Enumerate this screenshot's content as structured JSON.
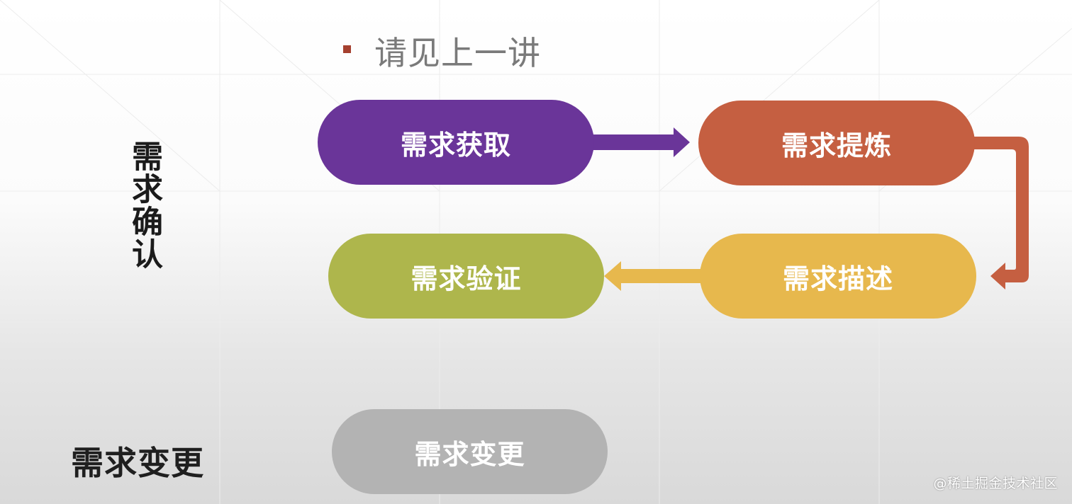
{
  "slide": {
    "bullet_text": "请见上一讲",
    "side_label_confirm": "需求确认",
    "side_label_change": "需求变更",
    "watermark": "@稀土掘金技术社区"
  },
  "nodes": {
    "acquire": "需求获取",
    "refine": "需求提炼",
    "describe": "需求描述",
    "verify": "需求验证",
    "change": "需求变更"
  },
  "colors": {
    "acquire": "#6a3599",
    "refine": "#c55f41",
    "describe": "#e7b84d",
    "verify": "#aeb64c",
    "change": "#b3b3b3",
    "bullet": "#a5402f"
  },
  "flow": [
    {
      "from": "需求获取",
      "to": "需求提炼"
    },
    {
      "from": "需求提炼",
      "to": "需求描述"
    },
    {
      "from": "需求描述",
      "to": "需求验证"
    }
  ]
}
